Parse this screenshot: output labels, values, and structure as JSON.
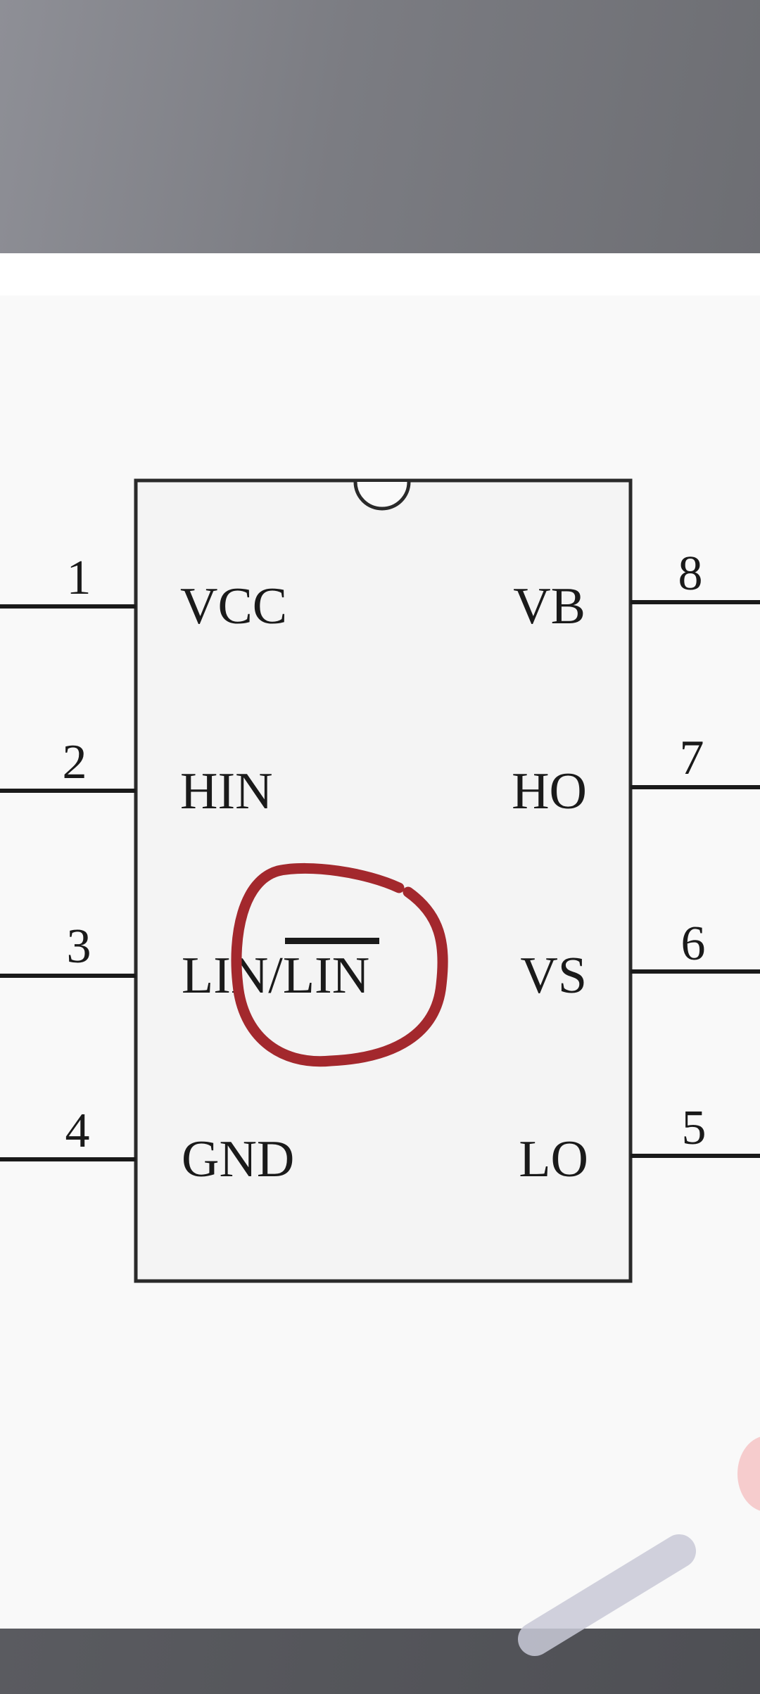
{
  "diagram": {
    "left_pins": [
      {
        "number": "1",
        "label": "VCC"
      },
      {
        "number": "2",
        "label": "HIN"
      },
      {
        "number": "3",
        "label": "LIN/LIN"
      },
      {
        "number": "4",
        "label": "GND"
      }
    ],
    "right_pins": [
      {
        "number": "8",
        "label": "VB"
      },
      {
        "number": "7",
        "label": "HO"
      },
      {
        "number": "6",
        "label": "VS"
      },
      {
        "number": "5",
        "label": "LO"
      }
    ],
    "colors": {
      "annotation": "#a3282d",
      "outline": "#2a2a2a",
      "chip_fill": "#f4f4f4"
    }
  }
}
